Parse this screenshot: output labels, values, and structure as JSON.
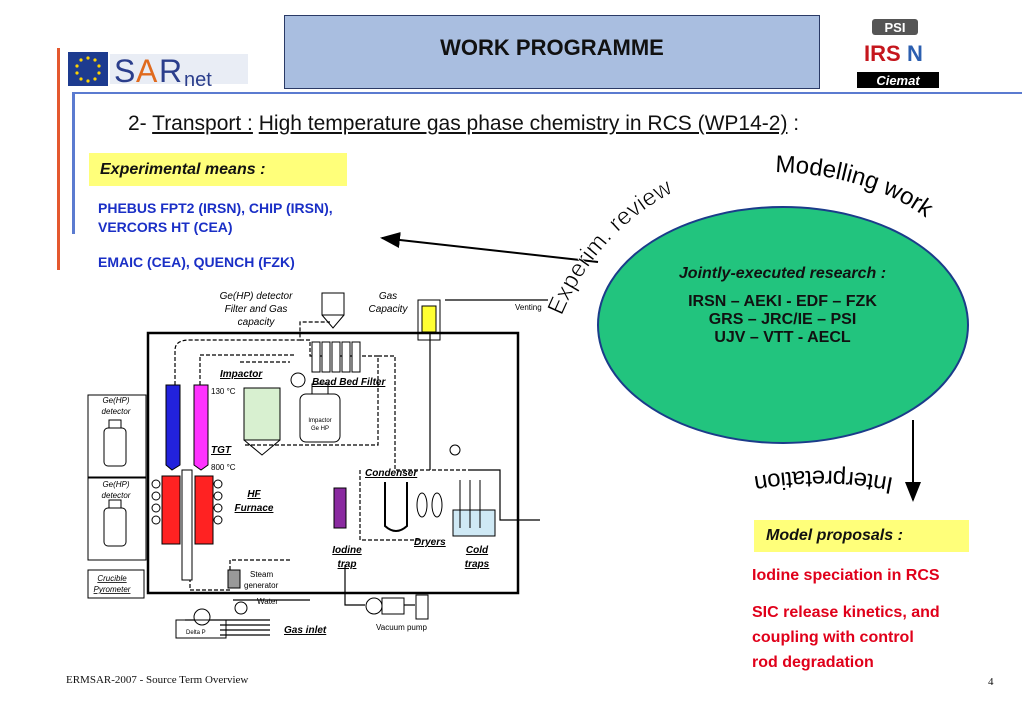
{
  "header": {
    "title": "WORK PROGRAMME",
    "logo_left": "SARnet",
    "logos_right": [
      "PSI",
      "IRSN",
      "Ciemat"
    ]
  },
  "subtitle": {
    "prefix": "2- ",
    "part1": "Transport :",
    "part2": "High temperature gas phase chemistry in RCS (WP14-2)",
    "suffix": " :"
  },
  "experimental": {
    "heading": "Experimental means :",
    "line1": "PHEBUS FPT2 (IRSN), CHIP (IRSN),",
    "line2": "VERCORS HT (CEA)",
    "line3": "EMAIC (CEA), QUENCH (FZK)"
  },
  "cycle": {
    "exp_review": "Experim. review",
    "modelling_work": "Modelling work",
    "interpretation": "Interpretation"
  },
  "ellipse": {
    "title": "Jointly-executed research :",
    "lines": [
      "IRSN – AEKI  - EDF – FZK",
      "GRS  –  JRC/IE – PSI",
      "UJV – VTT - AECL"
    ]
  },
  "model": {
    "heading": "Model proposals :",
    "item1": "Iodine speciation in RCS",
    "item2_line1": "SIC release kinetics, and",
    "item2_line2": "coupling with control",
    "item2_line3": "rod degradation"
  },
  "diagram": {
    "gehp_filter_1": "Ge(HP) detector",
    "gehp_filter_2": "Filter and Gas",
    "gehp_filter_3": "capacity",
    "gas_capacity_1": "Gas",
    "gas_capacity_2": "Capacity",
    "venting": "Venting",
    "impactor": "Impactor",
    "bead_bed_filter": "Bead Bed Filter",
    "t130": "130 °C",
    "gehp_det_a1": "Ge(HP)",
    "gehp_det_a2": "detector",
    "impactor_gehp_1": "Impactor",
    "impactor_gehp_2": "Ge HP",
    "tgt": "TGT",
    "t800": "800 °C",
    "condenser": "Condenser",
    "gehp_det_b1": "Ge(HP)",
    "gehp_det_b2": "detector",
    "hf_1": "HF",
    "hf_2": "Furnace",
    "dryers": "Dryers",
    "iodine_1": "Iodine",
    "iodine_2": "trap",
    "cold_1": "Cold",
    "cold_2": "traps",
    "crucible_1": "Crucible",
    "crucible_2": "Pyrometer",
    "steam_1": "Steam",
    "steam_2": "generator",
    "water": "Water",
    "delta_p": "Delta P",
    "gas_inlet": "Gas inlet",
    "vacuum_pump": "Vacuum pump"
  },
  "footer": {
    "left": "ERMSAR-2007 - Source Term Overview",
    "page": "4"
  },
  "colors": {
    "title_box": "#a9bee0",
    "highlight": "#ffff7a",
    "ellipse": "#22c47e",
    "blue_text": "#1a2fc6",
    "red_text": "#e0001a"
  }
}
